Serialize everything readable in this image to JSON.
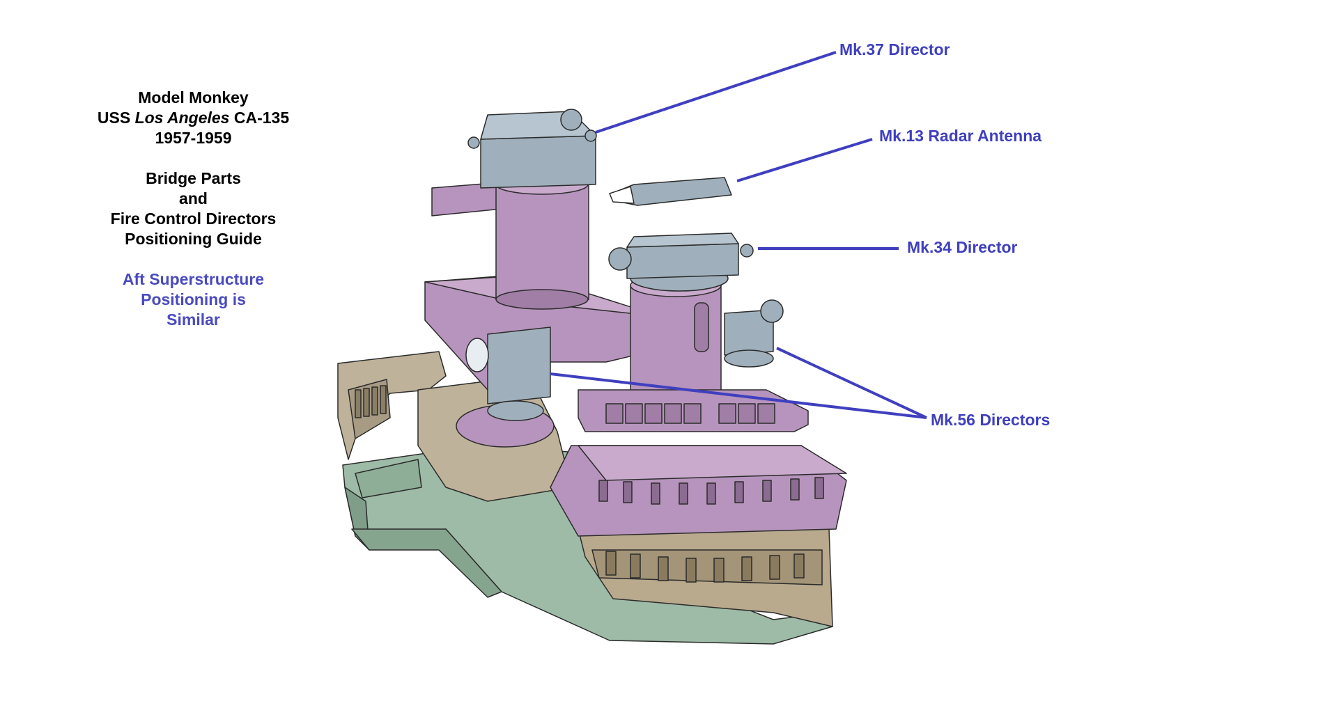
{
  "title": {
    "line1": "Model Monkey",
    "line2_prefix": "USS ",
    "line2_italic": "Los Angeles",
    "line2_suffix": " CA-135",
    "line3": "1957-1959",
    "line4": "Bridge Parts",
    "line5": "and",
    "line6": "Fire Control Directors",
    "line7": "Positioning Guide"
  },
  "note": {
    "line1": "Aft Superstructure",
    "line2": "Positioning is",
    "line3": "Similar"
  },
  "labels": {
    "mk37": "Mk.37 Director",
    "mk13": "Mk.13 Radar Antenna",
    "mk34": "Mk.34 Director",
    "mk56": "Mk.56 Directors"
  },
  "colors": {
    "accent_blue": "#3f3fbf",
    "superstructure_purple": "#b794bd",
    "director_gray": "#9fb0bc",
    "deck_tan": "#bfb29a",
    "hull_green": "#9dbba6"
  }
}
